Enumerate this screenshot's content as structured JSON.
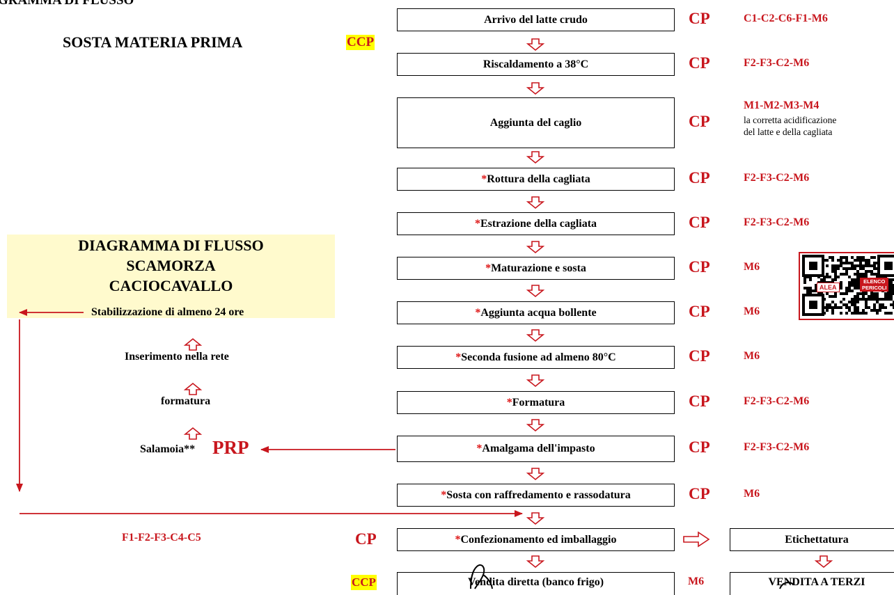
{
  "header": {
    "cut_title": "GRAMMA DI FLUSSO",
    "sosta": "SOSTA MATERIA PRIMA",
    "sosta_ccp": "CCP"
  },
  "diagram_title": [
    "DIAGRAMMA DI FLUSSO",
    "SCAMORZA",
    "CACIOCAVALLO"
  ],
  "steps": [
    {
      "star": "",
      "label": "Arrivo del latte crudo",
      "cp": "CP",
      "codes": "C1-C2-C6-F1-M6",
      "note": ""
    },
    {
      "star": "",
      "label": "Riscaldamento a 38°C",
      "cp": "CP",
      "codes": "F2-F3-C2-M6",
      "note": ""
    },
    {
      "star": "",
      "label": "Aggiunta del caglio",
      "cp": "CP",
      "codes": "M1-M2-M3-M4",
      "note": [
        "la corretta acidificazione",
        "del latte e della cagliata"
      ]
    },
    {
      "star": "*",
      "label": "Rottura della cagliata",
      "cp": "CP",
      "codes": "F2-F3-C2-M6",
      "note": ""
    },
    {
      "star": "*",
      "label": "Estrazione della cagliata",
      "cp": "CP",
      "codes": "F2-F3-C2-M6",
      "note": ""
    },
    {
      "star": "*",
      "label": "Maturazione e sosta",
      "cp": "CP",
      "codes": "M6",
      "note": ""
    },
    {
      "star": "*",
      "label": "Aggiunta acqua bollente",
      "cp": "CP",
      "codes": "M6",
      "note": ""
    },
    {
      "star": "*",
      "label": "Seconda fusione ad almeno 80°C",
      "cp": "CP",
      "codes": "M6",
      "note": ""
    },
    {
      "star": "*",
      "label": "Formatura",
      "cp": "CP",
      "codes": "F2-F3-C2-M6",
      "note": ""
    },
    {
      "star": "*",
      "label": "Amalgama dell'impasto",
      "cp": "CP",
      "codes": "F2-F3-C2-M6",
      "note": ""
    },
    {
      "star": "*",
      "label": "Sosta con raffredamento e rassodatura",
      "cp": "CP",
      "codes": "M6",
      "note": ""
    },
    {
      "star": "*",
      "label": "Confezionamento ed imballaggio",
      "cp": "",
      "codes": "",
      "note": ""
    },
    {
      "star": "",
      "label": "Vendita diretta (banco frigo)",
      "cp": "",
      "codes": "",
      "note": ""
    }
  ],
  "left_branch": {
    "stabilizzazione": "Stabilizzazione di almeno 24 ore",
    "inserimento": "Inserimento nella rete",
    "formatura": "formatura",
    "salamoia": "Salamoia**",
    "prp": "PRP"
  },
  "bottom": {
    "codes": "F1-F2-F3-C4-C5",
    "cp": "CP",
    "ccp": "CCP",
    "m6": "M6",
    "etichettatura": "Etichettatura",
    "vendita_terzi": "VENDITA A TERZI"
  },
  "qr": {
    "brand": "ALEA",
    "label_line1": "ELENCO",
    "label_line2": "PERICOLI"
  },
  "colors": {
    "red": "#c8161d",
    "highlight": "#ffff00",
    "title_bg": "#fffacd",
    "star": "#dd1111"
  }
}
